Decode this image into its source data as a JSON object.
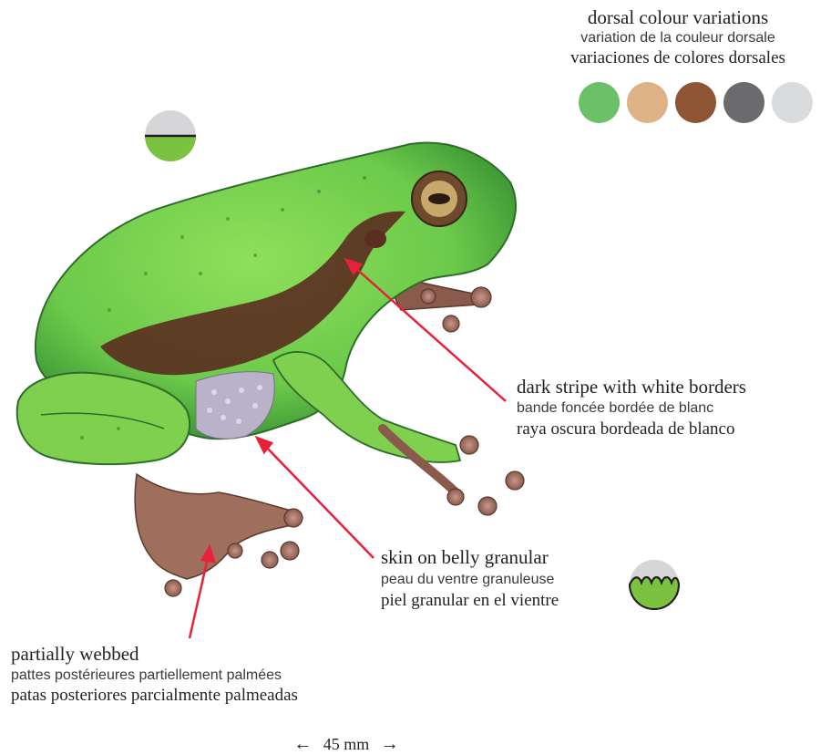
{
  "colour_variations": {
    "title_en": "dorsal colour variations",
    "title_fr": "variation de la couleur dorsale",
    "title_es": "variaciones de colores dorsales",
    "swatches": [
      {
        "name": "green",
        "color": "#6cc067"
      },
      {
        "name": "tan",
        "color": "#dcb286"
      },
      {
        "name": "brown",
        "color": "#8e5535"
      },
      {
        "name": "dark-grey",
        "color": "#6b6b6d"
      },
      {
        "name": "light-grey",
        "color": "#dadbdd"
      }
    ]
  },
  "labels": {
    "stripe": {
      "en": "dark stripe with white borders",
      "fr": "bande foncée bordée de blanc",
      "es": "raya oscura bordeada de blanco"
    },
    "belly": {
      "en": "skin on belly granular",
      "fr": "peau du ventre granuleuse",
      "es": "piel granular en el vientre"
    },
    "webbed": {
      "en": "partially webbed",
      "fr": "pattes postérieures partiellement palmées",
      "es": "patas posteriores parcialmente palmeadas"
    }
  },
  "scale": {
    "text": "45 mm",
    "left_arrow": "←",
    "right_arrow": "→"
  },
  "colors": {
    "arrow": "#e8203a",
    "frog_green": "#7cd24f",
    "frog_dark": "#5a3a2a",
    "belly": "#b9b2c8"
  },
  "icons": {
    "habitat_icon": "arboreal-habitat-icon",
    "skin_icon": "granular-skin-icon"
  }
}
